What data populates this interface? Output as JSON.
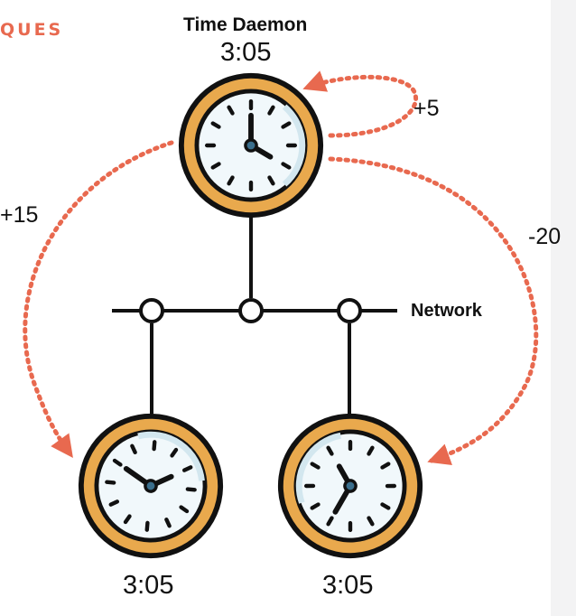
{
  "header_fragment": "QUES",
  "daemon": {
    "title": "Time Daemon",
    "time": "3:05"
  },
  "network": {
    "label": "Network"
  },
  "adjustments": {
    "self": "+5",
    "left": "+15",
    "right": "-20"
  },
  "clients": {
    "left_time": "3:05",
    "right_time": "3:05"
  },
  "colors": {
    "accent": "#e8694f",
    "clock_rim": "#e9a94d",
    "clock_face": "#f1f8fb",
    "line": "#111111"
  },
  "icons": [
    "clock-icon",
    "network-node-icon",
    "arrowhead-icon"
  ]
}
